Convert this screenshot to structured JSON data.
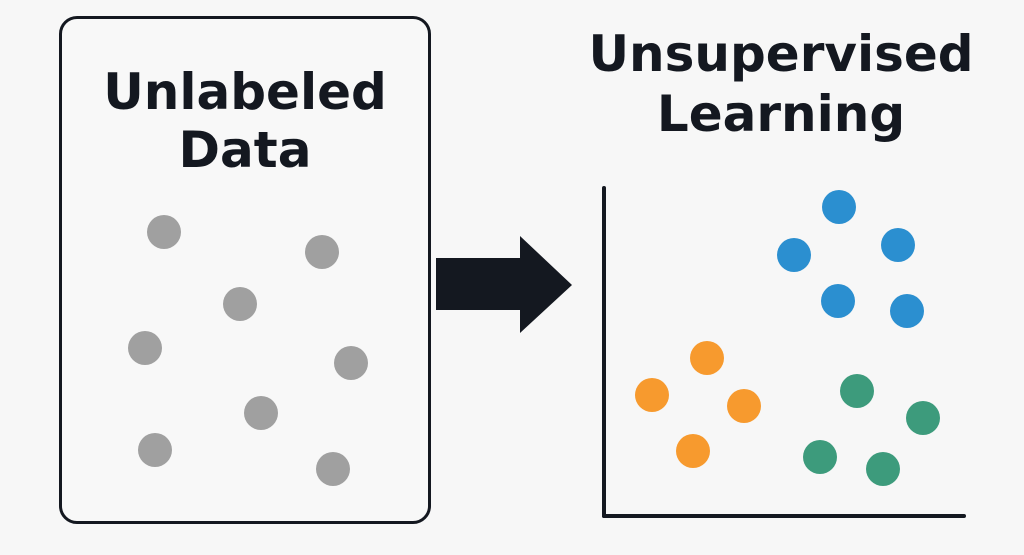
{
  "left_panel": {
    "title_lines": [
      "Unlabeled",
      "Data"
    ],
    "point_color": "#a0a0a0",
    "point_count": 8
  },
  "right_panel": {
    "title_lines": [
      "Unsupervised",
      "Learning"
    ],
    "clusters": [
      {
        "color": "#2b8fd0",
        "points": 5
      },
      {
        "color": "#f79a2e",
        "points": 4
      },
      {
        "color": "#3d9b7c",
        "points": 4
      }
    ]
  },
  "arrow": {
    "color": "#141820",
    "direction": "right"
  }
}
